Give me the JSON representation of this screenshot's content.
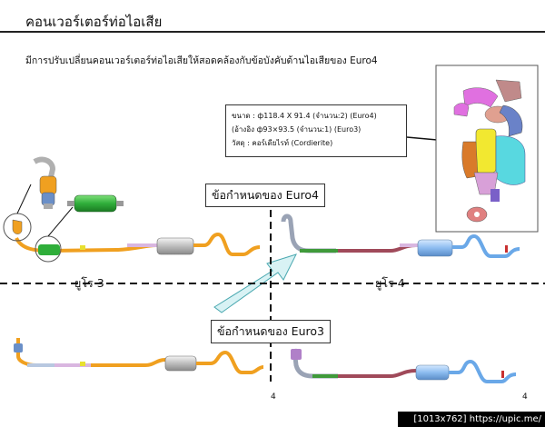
{
  "slide": {
    "title": "คอนเวอร์เตอร์ท่อไอเสีย",
    "subtitle": "มีการปรับเปลี่ยนคอนเวอร์เตอร์ท่อไอเสียให้สอดคล้องกับข้อบังคับด้านไอเสียของ Euro4"
  },
  "spec_box": {
    "line1": "ขนาด : ф118.4 X 91.4 (จำนวน:2) (Euro4)",
    "line2": "(อ้างอิง ф93×93.5 (จำนวน:1)  (Euro3)",
    "line3": "วัสดุ :  คอร์เดียไรท์ (Cordierite)"
  },
  "callouts": {
    "euro4_requirement": "ข้อกำหนดของ Euro4",
    "euro3_requirement": "ข้อกำหนดของ Euro3"
  },
  "regions": {
    "euro3_label": "ยูโร 3",
    "euro4_label": "ยูโร 4"
  },
  "page_numbers": {
    "left": "4",
    "right": "4"
  },
  "footer": {
    "badge": "[1013x762] https://upic.me/"
  },
  "colors": {
    "pipe_orange": "#f0a020",
    "pipe_blue": "#6aa8e8",
    "muffler_green": "#2fae3a",
    "pipe_maroon": "#a04a5a",
    "arrow_fill": "#d8f2f4"
  }
}
